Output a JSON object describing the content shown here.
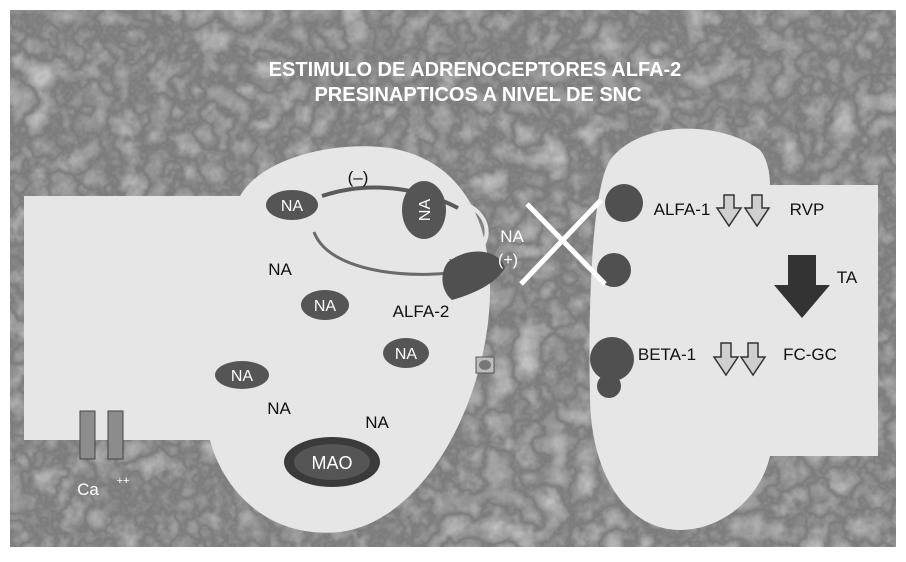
{
  "title": {
    "line1": "ESTIMULO DE ADRENOCEPTORES ALFA-2",
    "line2": "PRESINAPTICOS A NIVEL DE SNC"
  },
  "presynaptic": {
    "inhibit_sign": "(–)",
    "release_sign": "(+)",
    "na_vesicles": [
      "NA",
      "NA",
      "NA",
      "NA"
    ],
    "na_free": [
      "NA",
      "NA",
      "NA"
    ],
    "receptor_na": "NA",
    "synaptic_na": "NA",
    "receptor_label": "ALFA-2",
    "enzyme": "MAO",
    "calcium": "Ca",
    "calcium_charge": "++"
  },
  "postsynaptic": {
    "alfa1": "ALFA-1",
    "beta1": "BETA-1",
    "rvp": "RVP",
    "ta": "TA",
    "fcgc": "FC-GC"
  },
  "colors": {
    "background": "#4a4a4a",
    "cell": "#e6e6e6",
    "dark": "#555555",
    "arrow": "#333333",
    "block": "#ffffff"
  }
}
